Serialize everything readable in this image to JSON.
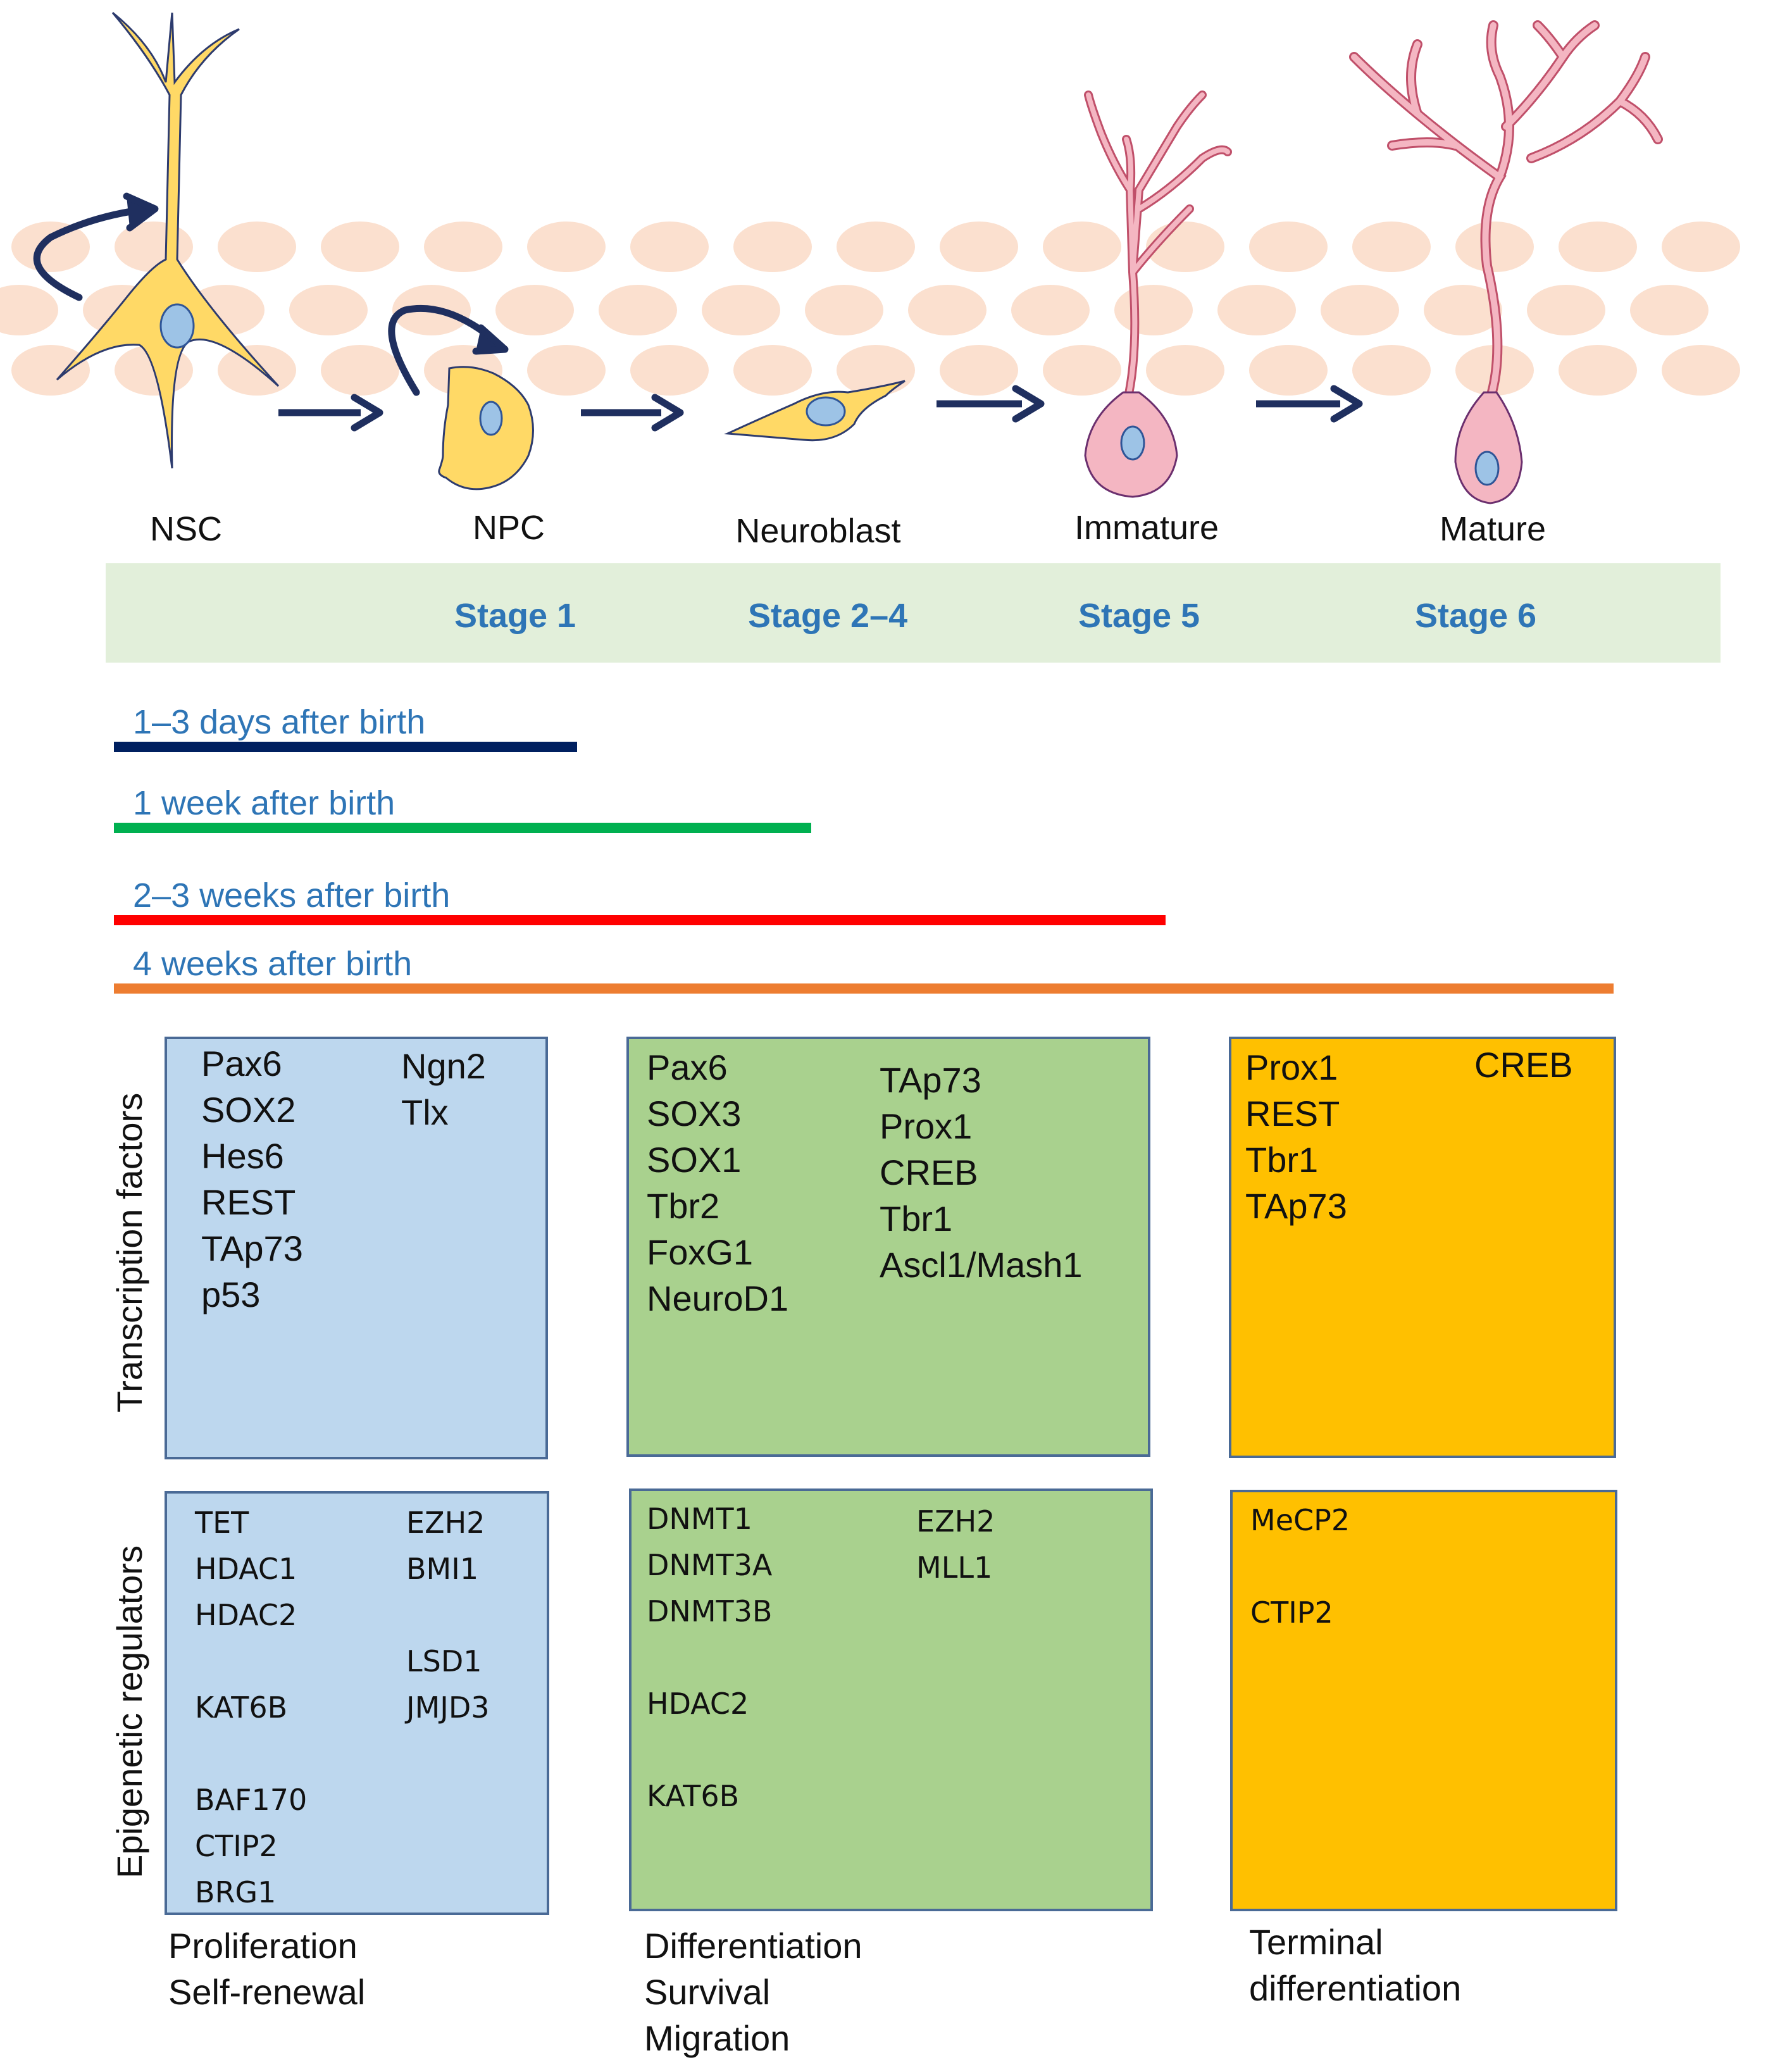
{
  "cells": [
    {
      "id": "nsc",
      "label": "NSC"
    },
    {
      "id": "npc",
      "label": "NPC"
    },
    {
      "id": "neuroblast",
      "label": "Neuroblast"
    },
    {
      "id": "immature",
      "label": "Immature"
    },
    {
      "id": "mature",
      "label": "Mature"
    }
  ],
  "stages": [
    "Stage 1",
    "Stage 2–4",
    "Stage 5",
    "Stage 6"
  ],
  "timeline": [
    {
      "label": "1–3 days after birth",
      "color": "#002060"
    },
    {
      "label": "1 week after birth",
      "color": "#00b050"
    },
    {
      "label": "2–3 weeks after birth",
      "color": "#ff0000"
    },
    {
      "label": "4 weeks after birth",
      "color": "#ed7d31"
    }
  ],
  "row_labels": {
    "transcription": "Transcription factors",
    "epigenetic": "Epigenetic regulators"
  },
  "transcription_factors": {
    "proliferation": {
      "left": [
        "Pax6",
        "SOX2",
        "Hes6",
        "REST",
        "TAp73",
        "p53"
      ],
      "right": [
        "Ngn2",
        "Tlx"
      ]
    },
    "differentiation": {
      "left": [
        "Pax6",
        "SOX3",
        "SOX1",
        "Tbr2",
        "FoxG1",
        "NeuroD1"
      ],
      "right": [
        "TAp73",
        "Prox1",
        "CREB",
        "Tbr1",
        "Ascl1/Mash1"
      ]
    },
    "terminal": {
      "left": [
        "Prox1",
        "REST",
        "Tbr1",
        "TAp73"
      ],
      "right": [
        "CREB"
      ]
    }
  },
  "epigenetic_regulators": {
    "proliferation": {
      "left": [
        "TET",
        "HDAC1",
        "HDAC2",
        "",
        "KAT6B",
        "",
        "BAF170",
        "CTIP2",
        "BRG1"
      ],
      "right": [
        "EZH2",
        "BMI1",
        "",
        "LSD1",
        "JMJD3"
      ]
    },
    "differentiation": {
      "left": [
        "DNMT1",
        "DNMT3A",
        "DNMT3B",
        "",
        "HDAC2",
        "",
        "KAT6B"
      ],
      "right": [
        "EZH2",
        "MLL1"
      ]
    },
    "terminal": {
      "left": [
        "MeCP2",
        "",
        "CTIP2"
      ]
    }
  },
  "functions": {
    "proliferation": [
      "Proliferation",
      "Self-renewal"
    ],
    "differentiation": [
      "Differentiation",
      "Survival",
      "Migration"
    ],
    "terminal": [
      "Terminal",
      "differentiation"
    ]
  },
  "colors": {
    "proliferation_box": "#bdd7ee",
    "differentiation_box": "#a9d18e",
    "terminal_box": "#ffc000",
    "stage_text": "#2e75b6",
    "stage_band": "#e2efda",
    "arrow": "#1f2f5f",
    "progenitor_cell": "#ffd966",
    "neuron_cell": "#f4b6c2",
    "tissue_dot": "#fbe0cf"
  },
  "icons": [
    "self-renewal-arrow",
    "progression-arrow",
    "nucleus"
  ]
}
